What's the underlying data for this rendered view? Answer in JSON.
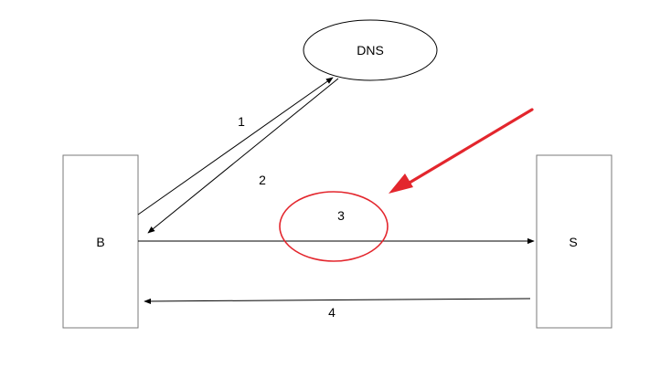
{
  "nodes": {
    "dns": {
      "label": "DNS"
    },
    "b": {
      "label": "B"
    },
    "s": {
      "label": "S"
    }
  },
  "edges": {
    "e1": {
      "label": "1"
    },
    "e2": {
      "label": "2"
    },
    "e3": {
      "label": "3"
    },
    "e4": {
      "label": "4"
    }
  },
  "annotation": {
    "highlight_color": "#e3262d",
    "highlight_target": "3"
  }
}
